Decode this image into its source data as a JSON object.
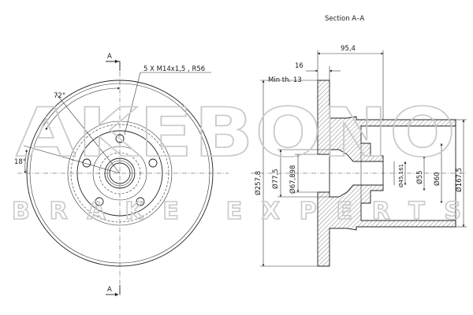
{
  "section_title": "Section A–A",
  "section_marks": {
    "top": "A",
    "bottom": "A"
  },
  "bolt_spec": "5 X M14x1,5 , R56",
  "angles": {
    "upper": "72°",
    "lower": "18°"
  },
  "dims": {
    "thickness": "16",
    "min_thickness": "Min th. 13",
    "height": "95,4",
    "d_outer": "Ø257,8",
    "d_775": "Ø77,5",
    "d_67898": "Ø67,898",
    "d_45161": "Ø45,161",
    "d_55": "Ø55",
    "d_60": "Ø60",
    "d_1675": "Ø167,5"
  },
  "watermark": {
    "brand": "AKEBONO",
    "tagline": "BRAKE EXPERTS"
  }
}
